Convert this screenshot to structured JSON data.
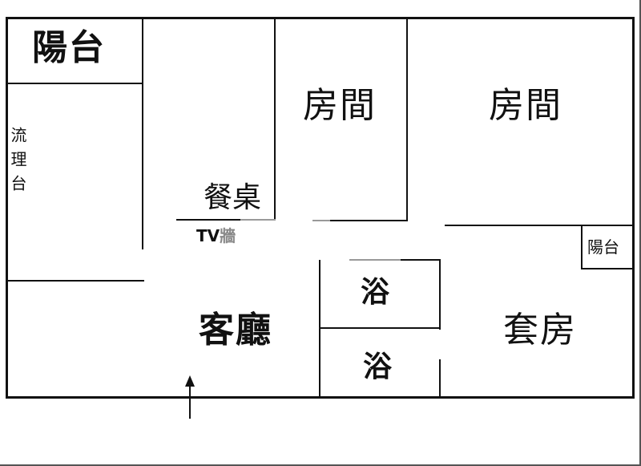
{
  "floorplan": {
    "rooms": {
      "balcony_top_left": "陽台",
      "kitchen_counter": "流理台",
      "dining_table": "餐桌",
      "tv_wall_prefix": "TV",
      "tv_wall_suffix": "牆",
      "bedroom_1": "房間",
      "bedroom_2": "房間",
      "balcony_small": "陽台",
      "living_room": "客廳",
      "bathroom_1": "浴",
      "bathroom_2": "浴",
      "master_suite": "套房"
    },
    "entrance_arrow": "entrance-arrow",
    "colors": {
      "wall": "#111111",
      "background": "#ffffff",
      "faded": "#999999"
    }
  }
}
